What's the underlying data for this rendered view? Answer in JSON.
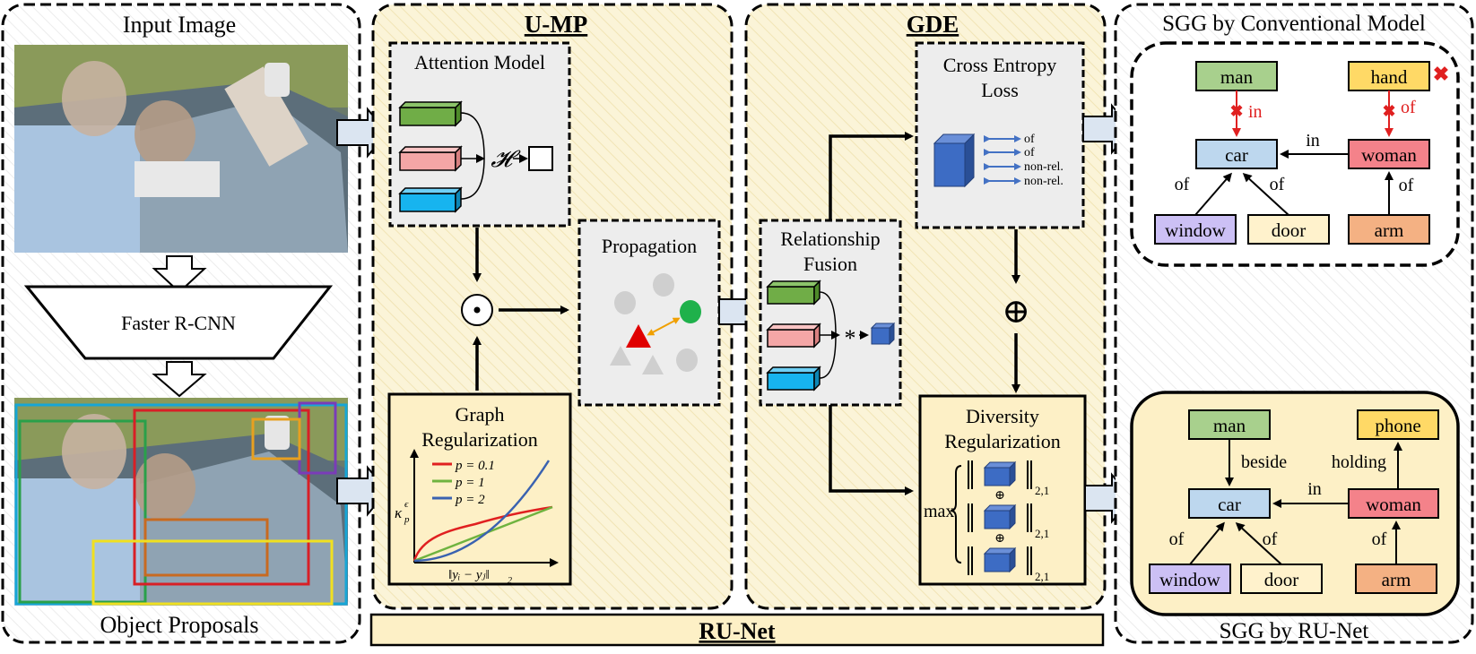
{
  "input_panel": {
    "title": "Input Image",
    "detector_label": "Faster R-CNN",
    "footer": "Object Proposals"
  },
  "umpl": {
    "title": "U-MP",
    "attention": {
      "title": "Attention Model",
      "h_symbol": "𝓗"
    },
    "odot": "⊙",
    "propagation_title": "Propagation",
    "graph_reg": {
      "title_line1": "Graph",
      "title_line2": "Regularization",
      "legend": [
        "p = 0.1",
        "p = 1",
        "p = 2"
      ],
      "legend_colors": [
        "#e02020",
        "#6fb33f",
        "#3a62b0"
      ],
      "y_axis": "κ",
      "y_sup": "ϵ",
      "y_sub": "p",
      "x_axis": "‖yᵢ − yⱼ‖",
      "x_sub": "2"
    }
  },
  "gde": {
    "title": "GDE",
    "ce_line1": "Cross Entropy",
    "ce_line2": "Loss",
    "ce_labels": [
      "of",
      "of",
      "non-rel.",
      "non-rel."
    ],
    "fusion_line1": "Relationship",
    "fusion_line2": "Fusion",
    "star": "*",
    "oplus": "⊕",
    "div_line1": "Diversity",
    "div_line2": "Regularization",
    "max_label": "max",
    "norm_sub": "2,1"
  },
  "bottom_label": "RU-Net",
  "sgg_conventional": {
    "title": "SGG by Conventional Model",
    "nodes": {
      "man": "man",
      "hand": "hand",
      "car": "car",
      "woman": "woman",
      "window": "window",
      "door": "door",
      "arm": "arm"
    },
    "edges": {
      "in_wrong": "in",
      "of_wrong": "of",
      "woman_car": "in",
      "window_car": "of",
      "door_car": "of",
      "arm_woman": "of"
    }
  },
  "sgg_runet": {
    "title": "SGG by RU-Net",
    "nodes": {
      "man": "man",
      "phone": "phone",
      "car": "car",
      "woman": "woman",
      "window": "window",
      "door": "door",
      "arm": "arm"
    },
    "edges": {
      "beside": "beside",
      "holding": "holding",
      "woman_car": "in",
      "window_car": "of",
      "door_car": "of",
      "arm_woman": "of"
    }
  },
  "colors": {
    "panel_bg": "#fdf6dc",
    "box_gray": "#ededed",
    "box_yellow": "#fdf0c6",
    "node_green": "#a8d08d",
    "node_yellow": "#ffd966",
    "node_blue": "#bdd7ee",
    "node_red": "#f4828a",
    "node_lavender": "#ccc0f5",
    "node_cream": "#fff2cc",
    "node_orange": "#f4b183",
    "error_red": "#e02020"
  }
}
